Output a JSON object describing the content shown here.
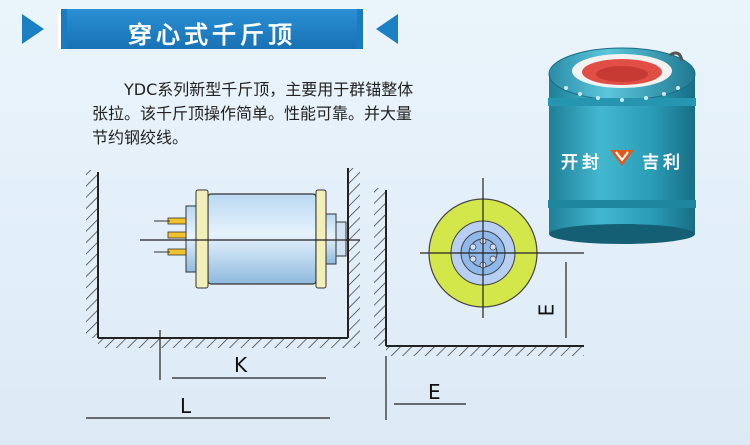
{
  "title": "穿心式千斤顶",
  "description": {
    "line1": "YDC系列新型千斤顶，主要用于群锚整体",
    "line2": "张拉。该千斤顶操作简单。性能可靠。并大量",
    "line3": "节约钢绞线。"
  },
  "dimensions": {
    "k": "K",
    "l": "L",
    "e_bottom": "E",
    "e_side": "E"
  },
  "product_label": {
    "left": "开封",
    "right": "吉利"
  },
  "colors": {
    "banner": "#1a7cc0",
    "jack_body": "#2aa1b9",
    "ring_yellow": "#d3e64a",
    "inner_blue": "#8fb9ea",
    "red_core": "#e04e46"
  }
}
